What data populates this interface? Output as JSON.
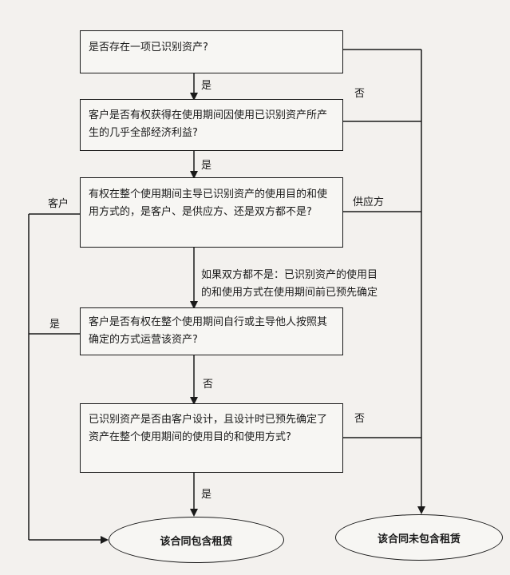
{
  "boxes": {
    "q1": "是否存在一项已识别资产?",
    "q2": "客户是否有权获得在使用期间因使用已识别资产所产生的几乎全部经济利益?",
    "q3": "有权在整个使用期间主导已识别资产的使用目的和使用方式的，是客户、是供应方、还是双方都不是?",
    "q4": "客户是否有权在整个使用期间自行或主导他人按照其确定的方式运营该资产?",
    "q5": "已识别资产是否由客户设计，且设计时已预先确定了资产在整个使用期间的使用目的和使用方式?"
  },
  "ends": {
    "contains": "该合同包含租赁",
    "not_contains": "该合同未包含租赁"
  },
  "labels": {
    "yes1": "是",
    "no1": "否",
    "yes2": "是",
    "customer": "客户",
    "supplier": "供应方",
    "neither_line1": "如果双方都不是：已识别资产的使用目",
    "neither_line2": "的和使用方式在使用期间前已预先确定",
    "yes3": "是",
    "no2": "否",
    "no3": "否",
    "yes4": "是"
  }
}
